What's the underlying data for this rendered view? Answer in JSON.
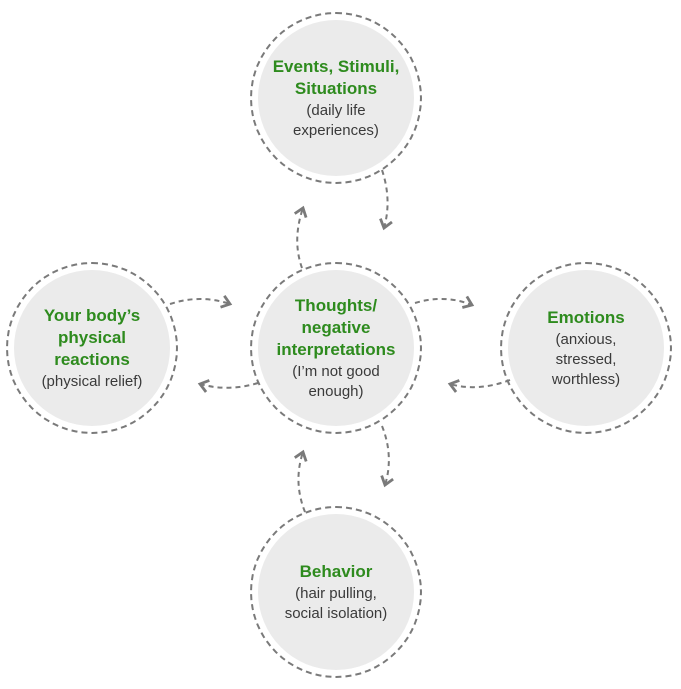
{
  "nodes": {
    "events": {
      "title": "Events, Stimuli,\nSituations",
      "sub": "(daily life\nexperiences)"
    },
    "thoughts": {
      "title": "Thoughts/\nnegative\ninterpretations",
      "sub": "(I’m not good\nenough)"
    },
    "emotions": {
      "title": "Emotions",
      "sub": "(anxious,\nstressed,\nworthless)"
    },
    "body": {
      "title": "Your body’s\nphysical\nreactions",
      "sub": "(physical relief)"
    },
    "behavior": {
      "title": "Behavior",
      "sub": "(hair pulling,\nsocial isolation)"
    }
  },
  "colors": {
    "title": "#2e8b1e",
    "text": "#3a3a3a",
    "fill": "#ebebeb",
    "stroke": "#7a7a7a"
  }
}
